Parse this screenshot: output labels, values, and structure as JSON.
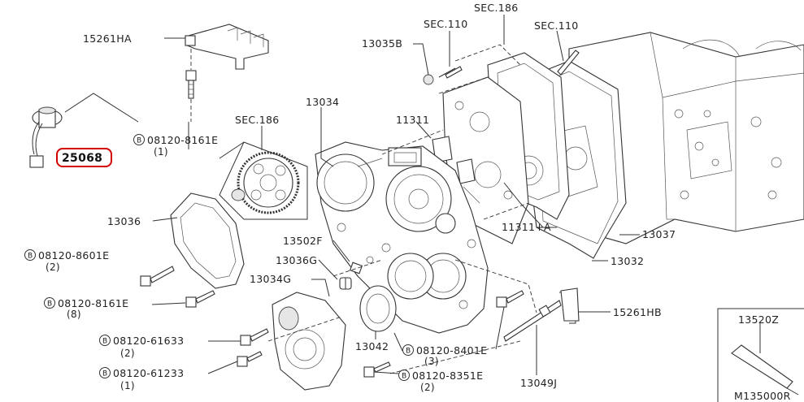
{
  "diagram": {
    "circled_symbol": "B",
    "highlighted_part": "25068",
    "highlight_color": "#d40000",
    "labels": {
      "p15261ha": "15261HA",
      "p13035b": "13035B",
      "sec110_a": "SEC.110",
      "sec186_a": "SEC.186",
      "sec110_b": "SEC.110",
      "p13034": "13034",
      "p11311": "11311",
      "sec186_b": "SEC.186",
      "p13036": "13036",
      "p13502f": "13502F",
      "p13036g": "13036G",
      "p13034g": "13034G",
      "p11311a": "11311+A",
      "p13037": "13037",
      "p13032": "13032",
      "p15261hb": "15261HB",
      "p13042": "13042",
      "p13049j": "13049J",
      "p13520z": "13520Z",
      "m135000r": "M135000R"
    },
    "bolts": [
      {
        "code": "08120-8161E",
        "qty": "(1)"
      },
      {
        "code": "08120-8601E",
        "qty": "(2)"
      },
      {
        "code": "08120-8161E",
        "qty": "(8)"
      },
      {
        "code": "08120-61633",
        "qty": "(2)"
      },
      {
        "code": "08120-61233",
        "qty": "(1)"
      },
      {
        "code": "08120-8401E",
        "qty": "(3)"
      },
      {
        "code": "08120-8351E",
        "qty": "(2)"
      }
    ]
  }
}
